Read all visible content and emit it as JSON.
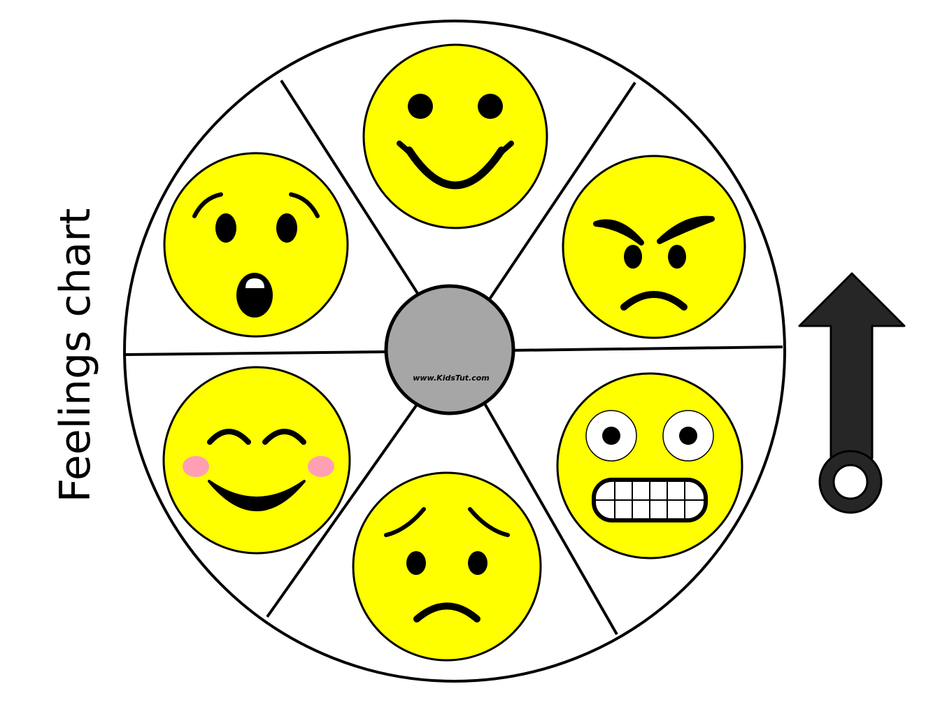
{
  "title": "Feelings chart",
  "watermark": "www.KidsTut.com",
  "colors": {
    "face": "#ffff00",
    "outline": "#000000",
    "background": "#ffffff",
    "hub": "#a6a6a6",
    "blush": "#ff9fb4",
    "arrow": "#262626"
  },
  "wheel": {
    "sections": 6,
    "faces": [
      {
        "position": "top",
        "expression": "happy"
      },
      {
        "position": "upper-right",
        "expression": "angry"
      },
      {
        "position": "lower-right",
        "expression": "scared"
      },
      {
        "position": "bottom",
        "expression": "sad"
      },
      {
        "position": "lower-left",
        "expression": "laughing-blushing"
      },
      {
        "position": "upper-left",
        "expression": "surprised"
      }
    ]
  },
  "spinner": {
    "icon": "arrow-up-icon",
    "direction": "up"
  }
}
